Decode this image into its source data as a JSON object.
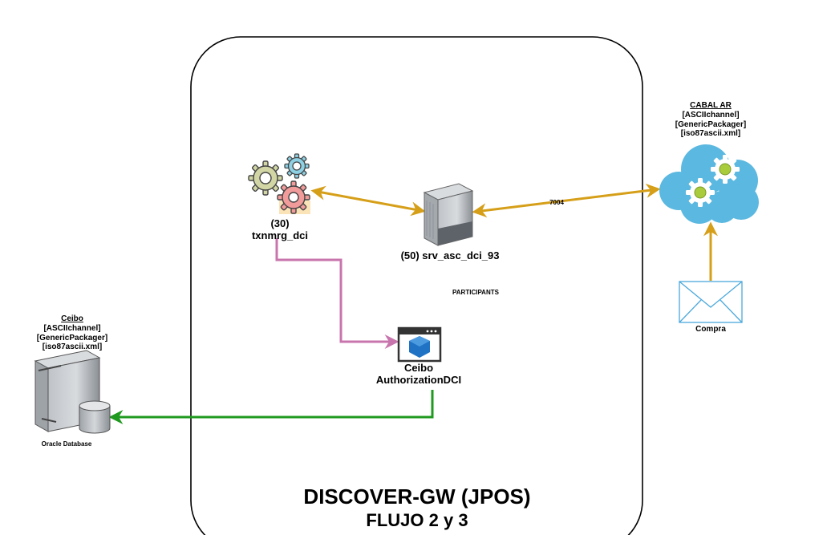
{
  "title": {
    "line1": "DISCOVER-GW (JPOS)",
    "line2": "FLUJO 2 y 3"
  },
  "nodes": {
    "txnmrg": {
      "line1": "(30)",
      "line2": "txnmrg_dci"
    },
    "srv": {
      "label": "(50) srv_asc_dci_93"
    },
    "participants": {
      "label": "PARTICIPANTS"
    },
    "authorization": {
      "line1": "Ceibo",
      "line2": "AuthorizationDCI"
    },
    "cabal": {
      "name": "CABAL AR",
      "channel": "[ASCIIchannel]",
      "packager": "[GenericPackager]",
      "file": "[iso87ascii.xml]"
    },
    "ceibo": {
      "name": "Ceibo",
      "channel": "[ASCIIchannel]",
      "packager": "[GenericPackager]",
      "file": "[iso87ascii.xml]"
    },
    "oracle": {
      "label": "Oracle Database"
    },
    "compra": {
      "label": "Compra"
    }
  },
  "edges": {
    "srv_cabal": {
      "label": "7004"
    }
  },
  "colors": {
    "bidirectional_arrows": "#d69f19",
    "txnmrg_to_authorization": "#c875ad",
    "authorization_to_oracle": "#1f9a1f",
    "cloud": "#5bb8e0",
    "gear_green": "#a8cc3c",
    "envelope": "#4aa8dc"
  },
  "icons": {
    "txnmrg": "gears-icon",
    "srv": "server-icon",
    "authorization": "app-window-icon",
    "cabal": "cloud-gears-icon",
    "ceibo": "database-server-icon",
    "compra": "envelope-icon"
  }
}
